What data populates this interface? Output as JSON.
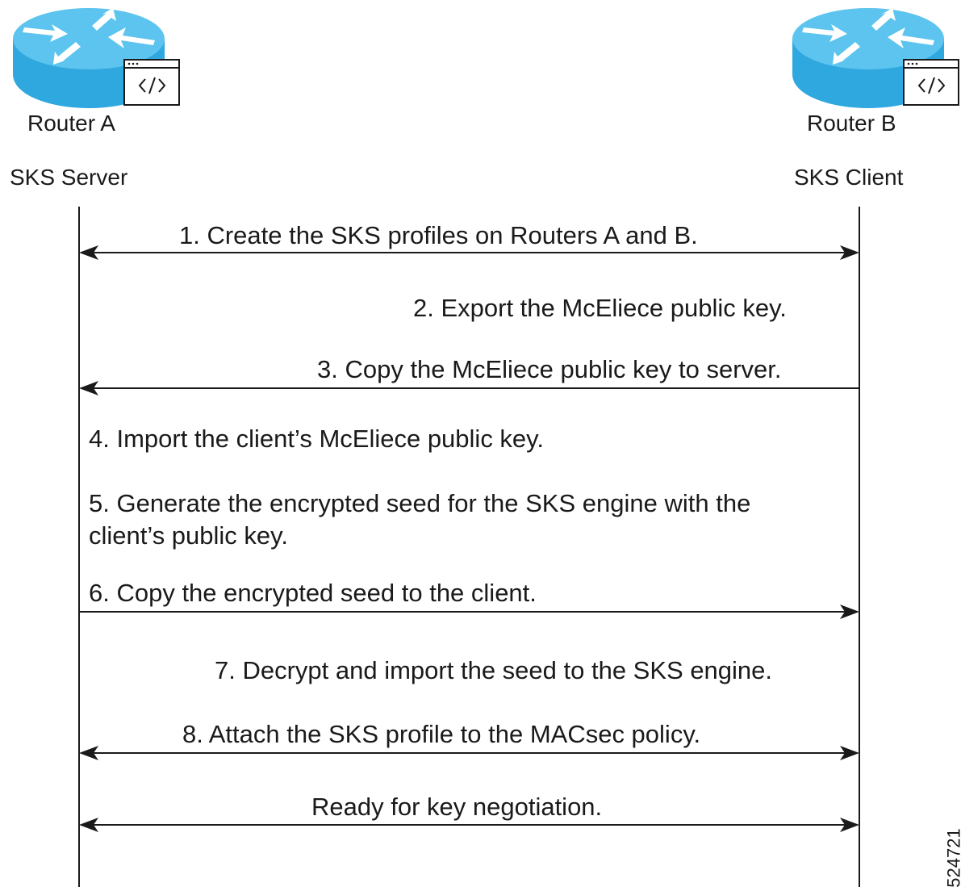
{
  "routers": [
    {
      "name": "Router A",
      "role": "SKS Server",
      "icon": "router-icon",
      "badge_icon": "code-window-icon"
    },
    {
      "name": "Router B",
      "role": "SKS Client",
      "icon": "router-icon",
      "badge_icon": "code-window-icon"
    }
  ],
  "steps": [
    {
      "text": "1.  Create the SKS profiles on Routers A and B.",
      "arrow": "both"
    },
    {
      "text": "2.  Export the McEliece public key.",
      "arrow": "none"
    },
    {
      "text": "3. Copy the McEliece public key to server.",
      "arrow": "to-server"
    },
    {
      "text": "4.  Import the client’s McEliece public key.",
      "arrow": "none"
    },
    {
      "text": "5.  Generate the encrypted seed for the SKS engine with the client’s public key.",
      "arrow": "none"
    },
    {
      "text": "6.  Copy the encrypted seed to the client.",
      "arrow": "to-client"
    },
    {
      "text": "7.  Decrypt and import the seed to the SKS engine.",
      "arrow": "none"
    },
    {
      "text": "8.  Attach the SKS profile to the MACsec policy.",
      "arrow": "both"
    },
    {
      "text": "Ready for key negotiation.",
      "arrow": "both"
    }
  ],
  "figure_id": "524721",
  "colors": {
    "router_body": "#2fa8e0",
    "router_top": "#5cc4ee",
    "router_arrows": "#ffffff",
    "line": "#1a1a1a"
  }
}
